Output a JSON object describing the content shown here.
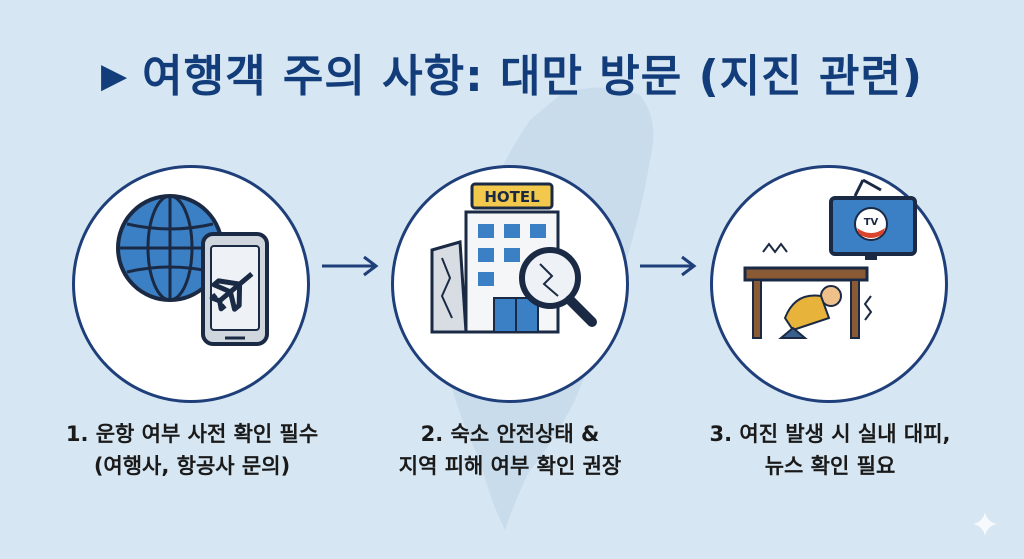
{
  "title": {
    "marker": "▶",
    "text": "여행객 주의 사항: 대만 방문 (지진 관련)"
  },
  "steps": [
    {
      "line1": "1. 운항 여부 사전 확인 필수",
      "line2": "(여행사, 항공사 문의)",
      "icons": [
        "globe-icon",
        "smartphone-icon",
        "airplane-icon"
      ]
    },
    {
      "line1": "2. 숙소 안전상태 &",
      "line2": "지역 피해 여부 확인 권장",
      "hotel_sign": "HOTEL",
      "icons": [
        "hotel-building-icon",
        "damaged-building-icon",
        "magnifier-icon"
      ]
    },
    {
      "line1": "3. 여진 발생 시 실내 대피,",
      "line2": "뉴스 확인 필요",
      "tv_label": "TV",
      "icons": [
        "tv-icon",
        "table-icon",
        "crouching-person-icon"
      ]
    }
  ],
  "colors": {
    "background": "#d6e6f2",
    "title": "#123d7a",
    "circle_border": "#1f3f7a",
    "icon_blue": "#3b7fc4"
  }
}
